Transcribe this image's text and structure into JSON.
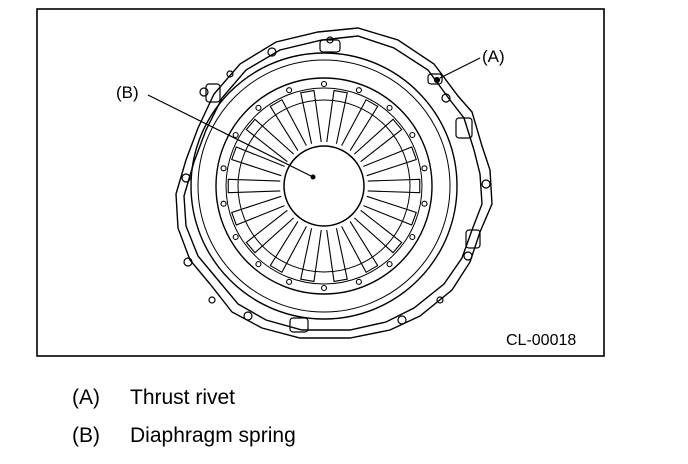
{
  "figure": {
    "callouts": {
      "a": "(A)",
      "b": "(B)"
    },
    "code": "CL-00018"
  },
  "legend": [
    {
      "key": "(A)",
      "text": "Thrust rivet"
    },
    {
      "key": "(B)",
      "text": "Diaphragm spring"
    }
  ]
}
